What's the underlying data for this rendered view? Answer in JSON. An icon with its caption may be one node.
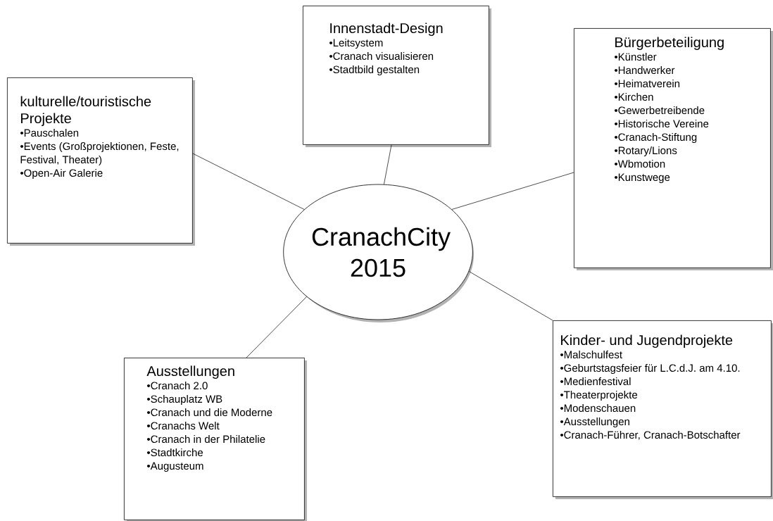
{
  "diagram": {
    "nodes": [
      {
        "text": [
          "Innenstadt-Design",
          "•Leitsystem",
          "•Cranach visualisieren",
          "•Stadtbild gestalten"
        ]
      },
      {
        "text": [
          "Bürgerbeteiligung",
          "•Künstler",
          "•Handwerker",
          "•Heimatverein",
          "•Kirchen",
          "•Gewerbetreibende",
          "•Historische Vereine",
          "•Cranach-Stiftung",
          "•Rotary/Lions",
          "•Wbmotion",
          "•Kunstwege"
        ]
      },
      {
        "text": [
          "kulturelle/touristische Projekte",
          "•Pauschalen",
          "•Events (Großprojektionen, Feste, Festival, Theater)",
          "•Open-Air Galerie"
        ]
      },
      {
        "text": [
          "CranachCity 2015"
        ]
      },
      {
        "text": [
          "Kinder- und Jugendprojekte",
          "•Malschulfest",
          "•Geburtstagsfeier für L.C.d.J. am 4.10.",
          "•Medienfestival",
          "•Theaterprojekte",
          "•Modenschauen",
          "•Ausstellungen",
          "•Cranach-Führer, Cranach-Botschafter"
        ]
      },
      {
        "text": [
          "Ausstellungen",
          "•Cranach 2.0",
          "•Schauplatz WB",
          "•Cranach und die Moderne",
          "•Cranachs Welt",
          "•Cranach in der Philatelie",
          "•Stadtkirche",
          "•Augusteum"
        ]
      }
    ],
    "edges": [
      {
        "from": 3,
        "to": 0,
        "arrow": "none"
      },
      {
        "from": 3,
        "to": 1,
        "arrow": "none"
      },
      {
        "from": 3,
        "to": 2,
        "arrow": "none"
      },
      {
        "from": 3,
        "to": 4,
        "arrow": "none"
      },
      {
        "from": 3,
        "to": 5,
        "arrow": "none"
      }
    ]
  }
}
